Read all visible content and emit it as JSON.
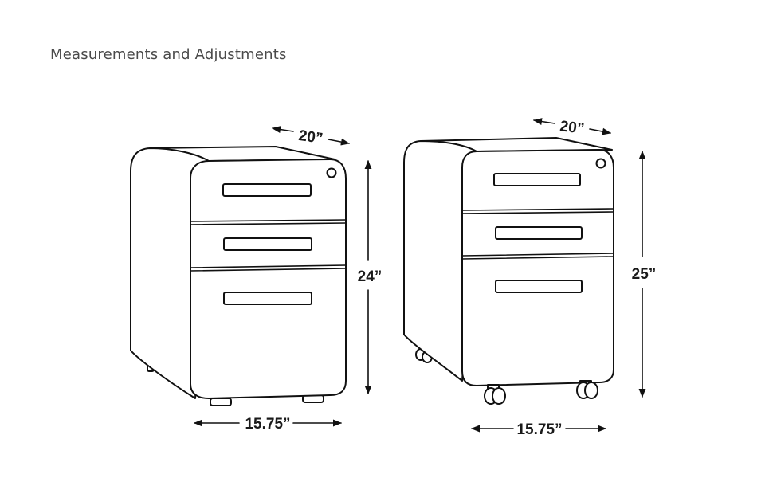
{
  "title": "Measurements and Adjustments",
  "cabinet_left": {
    "depth_label": "20”",
    "height_label": "24”",
    "width_label": "15.75”"
  },
  "cabinet_right": {
    "depth_label": "20”",
    "height_label": "25”",
    "width_label": "15.75”"
  }
}
